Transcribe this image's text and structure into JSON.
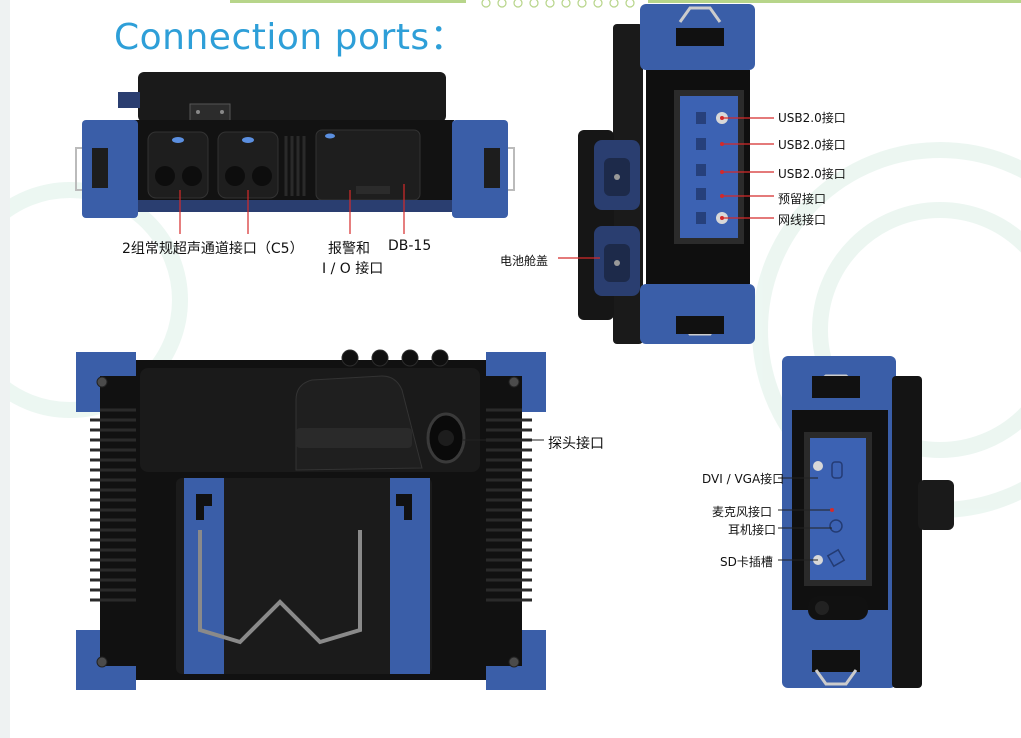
{
  "title": "Connection ports：",
  "colors": {
    "title": "#2e9fd8",
    "device_blue": "#3a5ea8",
    "device_black": "#141414",
    "leader_red": "#d42a2a"
  },
  "top_view": {
    "label_ultrasound": "2组常规超声通道接口（C5）",
    "label_alarm_line1": "报警和",
    "label_alarm_line2": "I / O 接口",
    "label_db15": "DB-15"
  },
  "side_view_right": {
    "usb1": "USB2.0接口",
    "usb2": "USB2.0接口",
    "usb3": "USB2.0接口",
    "reserved": "预留接口",
    "network": "网线接口",
    "battery": "电池舱盖"
  },
  "back_view": {
    "probe": "探头接口"
  },
  "side_view_left": {
    "dvi": "DVI / VGA接口",
    "mic": "麦克风接口",
    "earphone": "耳机接口",
    "sd": "SD卡插槽"
  }
}
